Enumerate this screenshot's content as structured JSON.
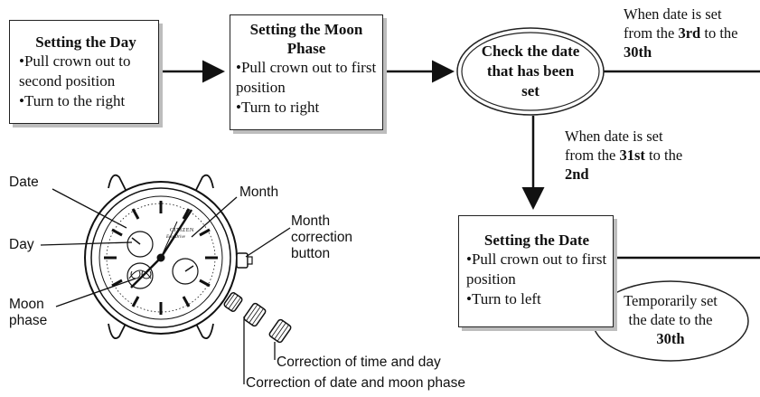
{
  "day_box": {
    "title": "Setting the Day",
    "bullets": [
      "Pull crown out to second position",
      "Turn to the right"
    ]
  },
  "moon_box": {
    "title": "Setting the Moon Phase",
    "bullets": [
      "Pull crown out to first position",
      "Turn to right"
    ]
  },
  "check_oval": {
    "text": "Check the date that has been set"
  },
  "note_3rd_30th": {
    "pre": "When date is set from the ",
    "b1": "3rd",
    "mid": " to the ",
    "b2": "30th"
  },
  "note_31st_2nd": {
    "pre": "When date is set from the ",
    "b1": "31st",
    "mid": " to the ",
    "b2": "2nd"
  },
  "date_box": {
    "title": "Setting the Date",
    "bullets": [
      "Pull crown out to first position",
      "Turn to left"
    ]
  },
  "temp_oval": {
    "pre": "Temporarily set the date to the ",
    "b": "30th"
  },
  "watch_labels": {
    "date": "Date",
    "day": "Day",
    "moon_phase": "Moon phase",
    "month": "Month",
    "month_button": "Month correction button",
    "crown1": "Correction of time and day",
    "crown2": "Correction of date and moon phase"
  },
  "dial": {
    "brand": "CITIZEN",
    "model": "Eco-Drive"
  }
}
